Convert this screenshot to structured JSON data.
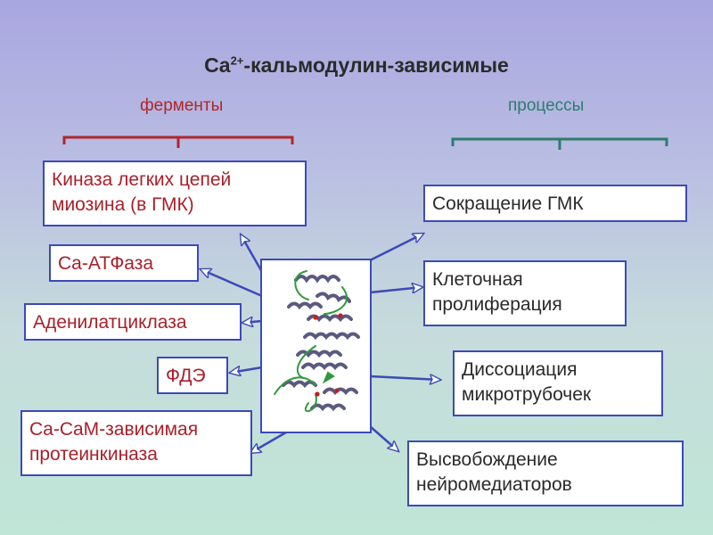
{
  "title": {
    "main": "Ca",
    "sup": "2+",
    "rest": "-кальмодулин-зависимые"
  },
  "groups": {
    "left": "ферменты",
    "right": "процессы"
  },
  "enzymes": [
    "Киназа легких цепей\nмиозина (в ГМК)",
    "Ca-АТФаза",
    "Аденилатциклаза",
    "ФДЭ",
    "Ca-CaM-зависимая\nпротеинкиназа"
  ],
  "processes": [
    "Сокращение ГМК",
    "Клеточная\nпролиферация",
    "Диссоциация\nмикротрубочек",
    "Высвобождение\nнейромедиаторов"
  ],
  "colors": {
    "enzyme_text": "#a8202a",
    "enzyme_bracket": "#b0262a",
    "process_bracket": "#2c7d6c",
    "box_border": "#3c4ab8",
    "arrow": "#3c4ab8",
    "protein_helix": "#5a5a80",
    "protein_loop": "#2e9a3a",
    "calcium_ion": "#c22020"
  },
  "center_image": {
    "icon": "calmodulin-protein-structure-icon"
  }
}
